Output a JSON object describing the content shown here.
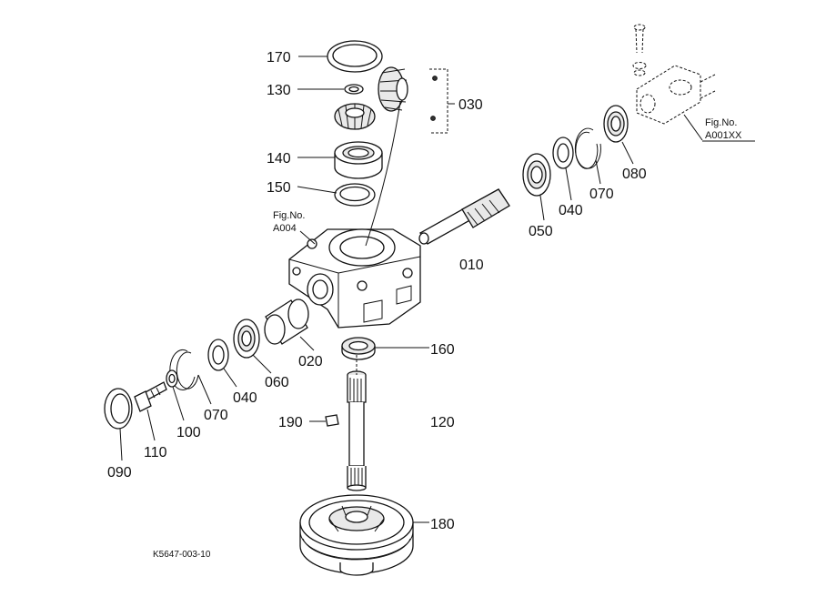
{
  "part_labels": {
    "p010": "010",
    "p020": "020",
    "p030": "030",
    "p040a": "040",
    "p040b": "040",
    "p050": "050",
    "p060": "060",
    "p070a": "070",
    "p070b": "070",
    "p080": "080",
    "p090": "090",
    "p100": "100",
    "p110": "110",
    "p120": "120",
    "p130": "130",
    "p140": "140",
    "p150": "150",
    "p160": "160",
    "p170": "170",
    "p180": "180",
    "p190": "190"
  },
  "references": {
    "a004_fig": "Fig.No.",
    "a004_code": "A004",
    "a001xx_fig": "Fig.No.",
    "a001xx_code": "A001XX"
  },
  "drawing_code": "K5647-003-10"
}
